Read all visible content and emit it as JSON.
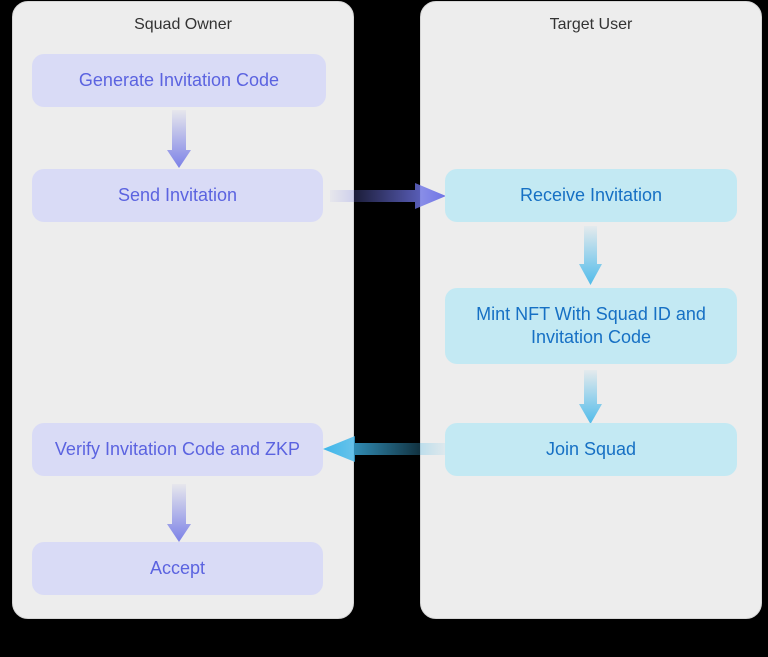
{
  "lanes": {
    "owner": {
      "title": "Squad Owner"
    },
    "target": {
      "title": "Target User"
    }
  },
  "nodes": {
    "generate_code": "Generate Invitation Code",
    "send_invitation": "Send Invitation",
    "receive_invitation": "Receive Invitation",
    "mint_nft": "Mint NFT With Squad ID and Invitation Code",
    "join_squad": "Join Squad",
    "verify": "Verify Invitation Code and ZKP",
    "accept": "Accept"
  },
  "colors": {
    "owner_node_bg": "#d9dbf6",
    "owner_node_text": "#5b63e0",
    "owner_arrow": "#6f75e6",
    "target_node_bg": "#c3e9f3",
    "target_node_text": "#1670c4",
    "target_arrow": "#3fb6ea",
    "lane_bg": "#ededed",
    "background": "#000000"
  }
}
